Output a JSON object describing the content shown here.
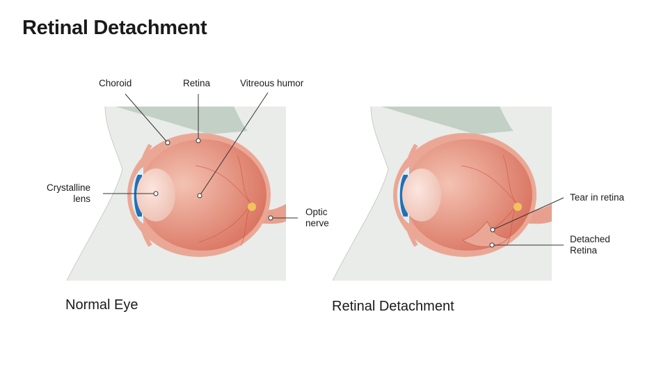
{
  "title": "Retinal Detachment",
  "normal": {
    "caption": "Normal Eye",
    "labels": {
      "choroid": "Choroid",
      "retina": "Retina",
      "vitreous": "Vitreous humor",
      "lens_1": "Crystalline",
      "lens_2": "lens",
      "optic_1": "Optic",
      "optic_2": "nerve"
    }
  },
  "detached": {
    "caption": "Retinal Detachment",
    "labels": {
      "tear": "Tear in retina",
      "detached_1": "Detached",
      "detached_2": "Retina"
    }
  }
}
